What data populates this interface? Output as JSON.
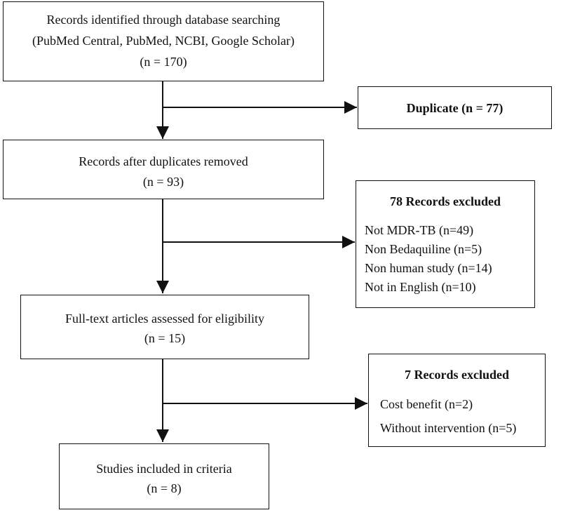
{
  "boxes": {
    "identified": {
      "lines": [
        "Records identified through database searching",
        "(PubMed Central, PubMed, NCBI, Google Scholar)",
        "(n = 170)"
      ]
    },
    "duplicate": {
      "label": "Duplicate (n = 77)"
    },
    "after_duplicates": {
      "lines": [
        "Records after duplicates removed",
        "(n =  93)"
      ]
    },
    "excluded_78": {
      "title": "78 Records excluded",
      "items": [
        "Not MDR-TB (n=49)",
        "Non Bedaquiline (n=5)",
        "Non human study (n=14)",
        "Not in English (n=10)"
      ]
    },
    "fulltext": {
      "lines": [
        "Full-text articles assessed for eligibility",
        "(n = 15)"
      ]
    },
    "excluded_7": {
      "title": "7 Records excluded",
      "items": [
        "Cost benefit (n=2)",
        "Without intervention (n=5)"
      ]
    },
    "included": {
      "lines": [
        "Studies included in criteria",
        "(n = 8)"
      ]
    }
  }
}
